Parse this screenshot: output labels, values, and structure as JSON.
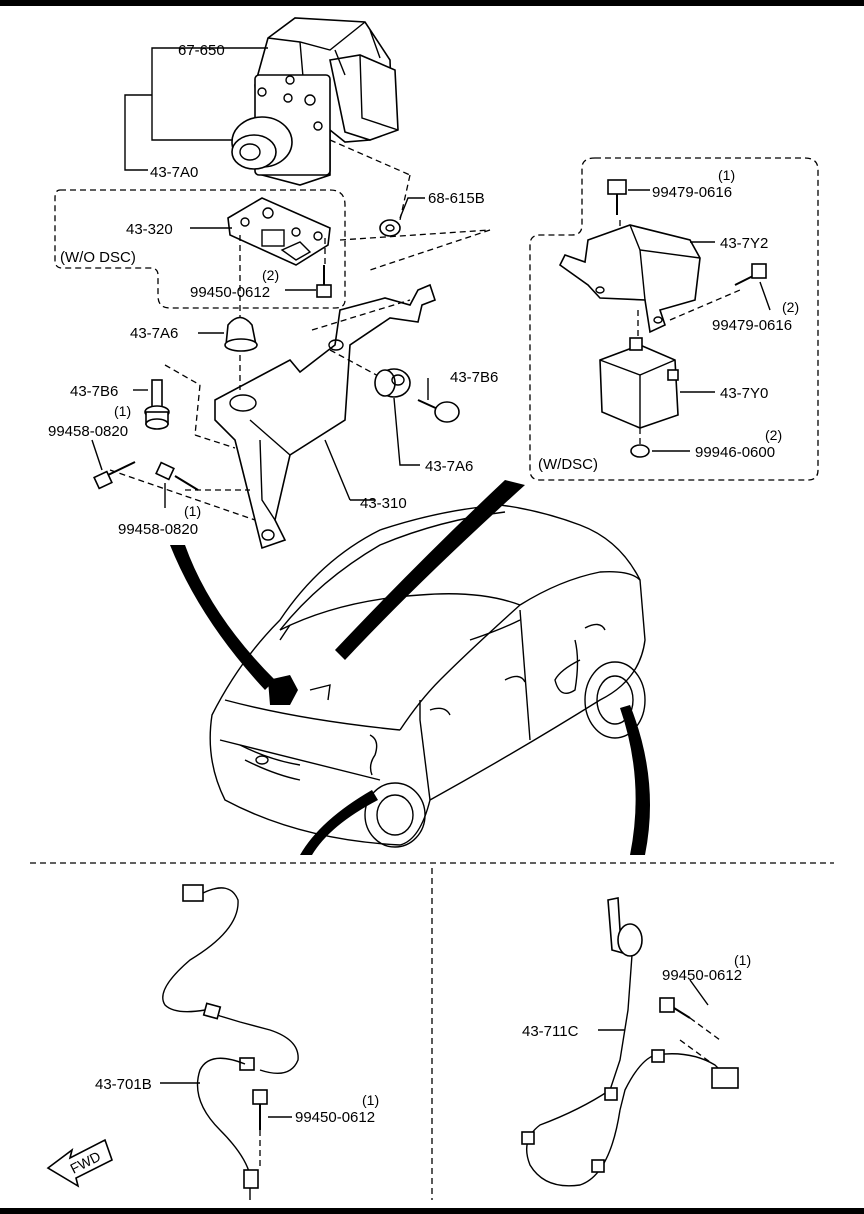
{
  "labels": {
    "hydraulic_unit": "67-650",
    "abs_unit": "43-7A0",
    "nut_68": "68-615B",
    "bracket_wo_dsc": "43-320",
    "bolt_99450_top": "99450-0612",
    "bolt_99450_top_qty": "(2)",
    "wo_dsc": "(W/O DSC)",
    "insulator_7a6_top": "43-7A6",
    "collar_7b6_left": "43-7B6",
    "bolt_99458_left_qty": "(1)",
    "bolt_99458_left": "99458-0820",
    "collar_7b6_right": "43-7B6",
    "insulator_7a6_right": "43-7A6",
    "main_bracket": "43-310",
    "bolt_99458_bottom_qty": "(1)",
    "bolt_99458_bottom": "99458-0820",
    "bolt_99479_top_qty": "(1)",
    "bolt_99479_top": "99479-0616",
    "bracket_7y2": "43-7Y2",
    "bolt_99479_side_qty": "(2)",
    "bolt_99479_side": "99479-0616",
    "sensor_7y0": "43-7Y0",
    "nut_99946_qty": "(2)",
    "nut_99946": "99946-0600",
    "w_dsc": "(W/DSC)",
    "rear_sensor": "43-711C",
    "rear_bolt_qty": "(1)",
    "rear_bolt": "99450-0612",
    "front_sensor": "43-701B",
    "front_bolt_qty": "(1)",
    "front_bolt": "99450-0612",
    "fwd": "FWD"
  },
  "icons": [
    "abs-hydraulic-unit",
    "bracket",
    "car-outline",
    "wheel-speed-sensor",
    "fwd-arrow"
  ]
}
